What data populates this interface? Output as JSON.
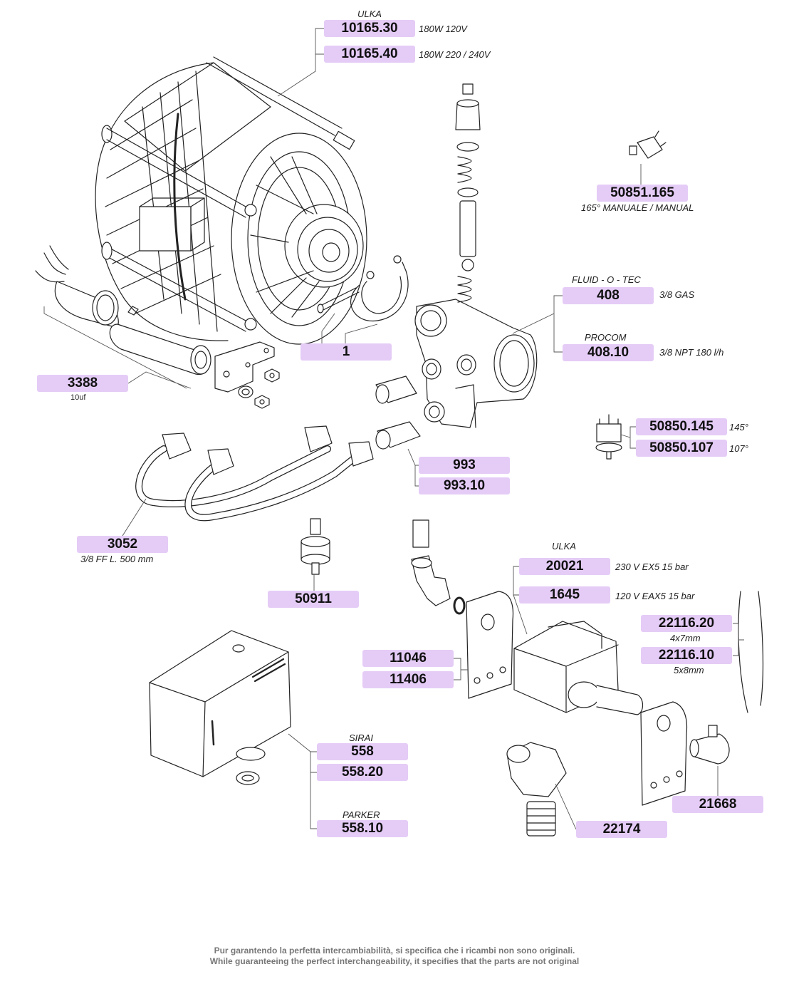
{
  "colors": {
    "label_bg": "#e5ccf7",
    "line": "#222222",
    "footer_text": "#777777"
  },
  "labels": [
    {
      "id": "10165.30",
      "header": "ULKA",
      "note": "180W   120V"
    },
    {
      "id": "10165.40",
      "note": "180W   220 / 240V"
    },
    {
      "id": "50851.165",
      "note": "165° MANUALE / MANUAL"
    },
    {
      "id": "408",
      "header": "FLUID - O - TEC",
      "note": "3/8 GAS"
    },
    {
      "id": "408.10",
      "header": "PROCOM",
      "note": "3/8 NPT    180 l/h"
    },
    {
      "id": "1"
    },
    {
      "id": "3388",
      "note": "10uf"
    },
    {
      "id": "50850.145",
      "note": "145°"
    },
    {
      "id": "50850.107",
      "note": "107°"
    },
    {
      "id": "993"
    },
    {
      "id": "993.10"
    },
    {
      "id": "3052",
      "note": "3/8 FF    L. 500 mm"
    },
    {
      "id": "50911"
    },
    {
      "id": "20021",
      "header": "ULKA",
      "note": "230 V    EX5    15 bar"
    },
    {
      "id": "1645",
      "note": "120 V    EAX5    15 bar"
    },
    {
      "id": "22116.20",
      "note": "4x7mm"
    },
    {
      "id": "22116.10",
      "note": "5x8mm"
    },
    {
      "id": "11046"
    },
    {
      "id": "11406"
    },
    {
      "id": "558",
      "header": "SIRAI"
    },
    {
      "id": "558.20"
    },
    {
      "id": "558.10",
      "header": "PARKER"
    },
    {
      "id": "21668"
    },
    {
      "id": "22174"
    }
  ],
  "footer": {
    "line1": "Pur garantendo la perfetta intercambiabilità, si specifica che i ricambi non sono originali.",
    "line2": "While guaranteeing the perfect interchangeability, it specifies that the parts are not original"
  }
}
